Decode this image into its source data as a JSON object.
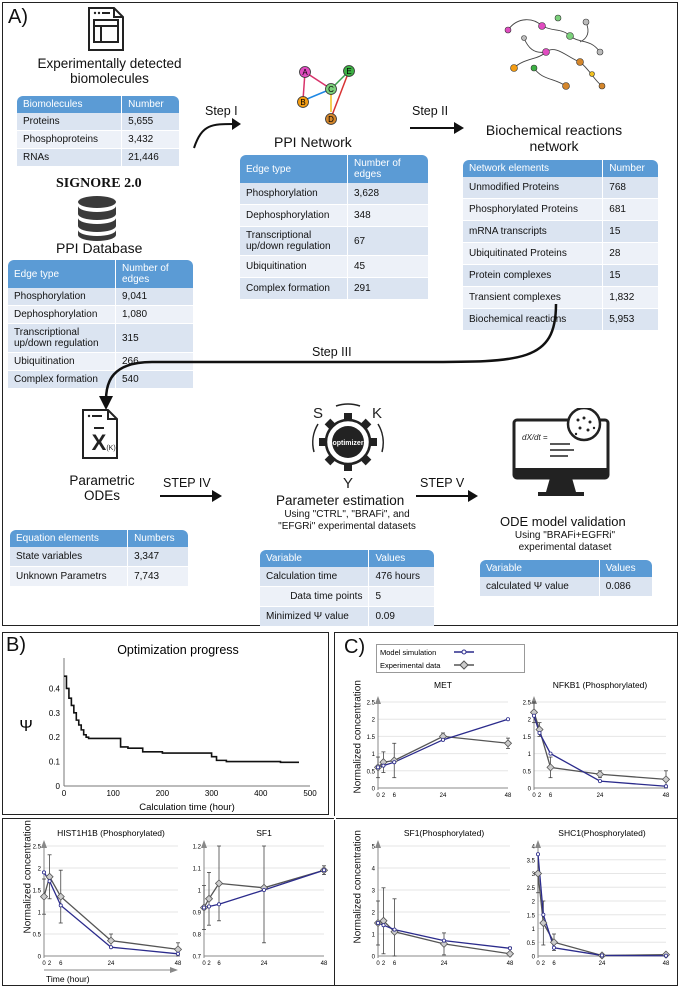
{
  "panel_labels": {
    "a": "A)",
    "b": "B)",
    "c": "C)"
  },
  "exp": {
    "title": "Experimentally detected biomolecules",
    "headers": [
      "Biomolecules",
      "Number"
    ],
    "rows": [
      [
        "Proteins",
        "5,655"
      ],
      [
        "Phosphoproteins",
        "3,432"
      ],
      [
        "RNAs",
        "21,446"
      ]
    ]
  },
  "signore": {
    "name": "SIGNORE 2.0",
    "db": "PPI Database",
    "headers": [
      "Edge type",
      "Number of edges"
    ],
    "rows": [
      [
        "Phosphorylation",
        "9,041"
      ],
      [
        "Dephosphorylation",
        "1,080"
      ],
      [
        "Transcriptional up/down regulation",
        "315"
      ],
      [
        "Ubiquitination",
        "266"
      ],
      [
        "Complex formation",
        "540"
      ]
    ]
  },
  "steps": {
    "s1": "Step I",
    "s2": "Step II",
    "s3": "Step III",
    "s4": "STEP IV",
    "s5": "STEP V"
  },
  "ppi": {
    "title": "PPI Network",
    "nodes": [
      "A",
      "B",
      "C",
      "E",
      "D"
    ],
    "headers": [
      "Edge type",
      "Number of edges"
    ],
    "rows": [
      [
        "Phosphorylation",
        "3,628"
      ],
      [
        "Dephosphorylation",
        "348"
      ],
      [
        "Transcriptional up/down regulation",
        "67"
      ],
      [
        "Ubiquitination",
        "45"
      ],
      [
        "Complex formation",
        "291"
      ]
    ]
  },
  "bio": {
    "title": "Biochemical reactions network",
    "headers": [
      "Network elements",
      "Number"
    ],
    "rows": [
      [
        "Unmodified Proteins",
        "768"
      ],
      [
        "Phosphorylated Proteins",
        "681"
      ],
      [
        "mRNA transcripts",
        "15"
      ],
      [
        "Ubiquitinated Proteins",
        "28"
      ],
      [
        "Protein complexes",
        "15"
      ],
      [
        "Transient complexes",
        "1,832"
      ],
      [
        "Biochemical reactions",
        "5,953"
      ]
    ]
  },
  "odes": {
    "title": "Parametric ODEs",
    "icon_text": "X",
    "icon_sub": "(K)",
    "headers": [
      "Equation elements",
      "Numbers"
    ],
    "rows": [
      [
        "State variables",
        "3,347"
      ],
      [
        "Unknown Parametrs",
        "7,743"
      ]
    ]
  },
  "param": {
    "title": "Parameter estimation",
    "sub": "Using \"CTRL\", \"BRAFi\", and \"EFGRi\" experimental datasets",
    "icon": {
      "center": "optimizer",
      "s": "S",
      "k": "K",
      "y": "Y"
    },
    "headers": [
      "Variable",
      "Values"
    ],
    "rows": [
      [
        "Calculation time",
        "476 hours"
      ],
      [
        "Data time points",
        "5"
      ],
      [
        "Minimized Ψ value",
        "0.09"
      ]
    ]
  },
  "validation": {
    "title": "ODE model validation",
    "sub": "Using \"BRAFi+EGFRi\" experimental dataset",
    "headers": [
      "Variable",
      "Values"
    ],
    "rows": [
      [
        "calculated Ψ value",
        "0.086"
      ]
    ]
  },
  "chart_data": [
    {
      "type": "line",
      "title": "Optimization progress",
      "xlabel": "Calculation time (hour)",
      "ylabel": "Ψ",
      "xlim": [
        0,
        500
      ],
      "ylim": [
        0,
        0.5
      ],
      "xticks": [
        "0",
        "100",
        "200",
        "300",
        "400",
        "500"
      ],
      "yticks": [
        "0",
        "0.1",
        "0.2",
        "0.3",
        "0.4"
      ],
      "x": [
        0,
        5,
        10,
        15,
        20,
        25,
        30,
        35,
        40,
        45,
        50,
        60,
        80,
        100,
        115,
        130,
        160,
        200,
        240,
        280,
        300,
        310,
        330,
        360,
        400,
        440,
        476
      ],
      "y": [
        0.45,
        0.4,
        0.36,
        0.33,
        0.3,
        0.27,
        0.25,
        0.23,
        0.21,
        0.2,
        0.195,
        0.195,
        0.195,
        0.195,
        0.16,
        0.155,
        0.14,
        0.135,
        0.135,
        0.135,
        0.12,
        0.105,
        0.1,
        0.1,
        0.1,
        0.097,
        0.094
      ]
    },
    {
      "type": "line",
      "title": "MET",
      "x": [
        0,
        2,
        6,
        24,
        48
      ],
      "ylim": [
        0,
        2.5
      ],
      "yticks": [
        "0",
        "0.5",
        "1",
        "1.5",
        "2",
        "2.5"
      ],
      "series": [
        {
          "name": "Model simulation",
          "values": [
            0.6,
            0.65,
            0.75,
            1.4,
            2.0
          ]
        },
        {
          "name": "Experimental data",
          "values": [
            0.6,
            0.75,
            0.8,
            1.5,
            1.3
          ],
          "err": [
            0.3,
            0.3,
            0.5,
            0.1,
            0.15
          ]
        }
      ]
    },
    {
      "type": "line",
      "title": "NFKB1 (Phosphorylated)",
      "x": [
        0,
        2,
        6,
        24,
        48
      ],
      "ylim": [
        0,
        2.5
      ],
      "yticks": [
        "0",
        "0.5",
        "1",
        "1.5",
        "2",
        "2.5"
      ],
      "series": [
        {
          "name": "Model simulation",
          "values": [
            2.1,
            1.6,
            1.0,
            0.2,
            0.05
          ]
        },
        {
          "name": "Experimental data",
          "values": [
            2.2,
            1.7,
            0.6,
            0.4,
            0.25
          ],
          "err": [
            0.3,
            0.2,
            0.3,
            0.1,
            0.25
          ]
        }
      ]
    },
    {
      "type": "line",
      "title": "HIST1H1B (Phosphorylated)",
      "x": [
        0,
        2,
        6,
        24,
        48
      ],
      "ylim": [
        0,
        2.5
      ],
      "yticks": [
        "0",
        "0.5",
        "1",
        "1.5",
        "2",
        "2.5"
      ],
      "xlabel": "Time (hour)",
      "ylabel": "Normalized concentration",
      "series": [
        {
          "name": "Model simulation",
          "values": [
            1.9,
            1.7,
            1.15,
            0.2,
            0.05
          ]
        },
        {
          "name": "Experimental data",
          "values": [
            1.35,
            1.8,
            1.35,
            0.35,
            0.15
          ],
          "err": [
            0.4,
            0.5,
            0.6,
            0.15,
            0.15
          ]
        }
      ]
    },
    {
      "type": "line",
      "title": "SF1",
      "x": [
        0,
        2,
        6,
        24,
        48
      ],
      "ylim": [
        0.7,
        1.2
      ],
      "yticks": [
        "0.7",
        "0.8",
        "0.9",
        "1",
        "1.1",
        "1.2"
      ],
      "series": [
        {
          "name": "Model simulation",
          "values": [
            0.92,
            0.925,
            0.935,
            1.0,
            1.09
          ]
        },
        {
          "name": "Experimental data",
          "values": [
            0.92,
            0.96,
            1.03,
            1.01,
            1.09
          ],
          "err": [
            0.1,
            0.12,
            0.17,
            0.25,
            0.02
          ]
        }
      ]
    },
    {
      "type": "line",
      "title": "SF1(Phosphorylated)",
      "x": [
        0,
        2,
        6,
        24,
        48
      ],
      "ylim": [
        0,
        5
      ],
      "yticks": [
        "0",
        "1",
        "2",
        "3",
        "4",
        "5"
      ],
      "series": [
        {
          "name": "Model simulation",
          "values": [
            1.5,
            1.4,
            1.2,
            0.7,
            0.35
          ]
        },
        {
          "name": "Experimental data",
          "values": [
            1.5,
            1.6,
            1.1,
            0.55,
            0.1
          ],
          "err": [
            1.0,
            1.5,
            1.5,
            0.5,
            0.3
          ]
        }
      ]
    },
    {
      "type": "line",
      "title": "SHC1(Phosphorylated)",
      "x": [
        0,
        2,
        6,
        24,
        48
      ],
      "ylim": [
        0,
        4
      ],
      "yticks": [
        "0",
        "0.5",
        "1",
        "1.5",
        "2",
        "2.5",
        "3",
        "3.5",
        "4"
      ],
      "series": [
        {
          "name": "Model simulation",
          "values": [
            3.7,
            1.5,
            0.3,
            0.02,
            0.01
          ]
        },
        {
          "name": "Experimental data",
          "values": [
            3.0,
            1.2,
            0.5,
            0.02,
            0.05
          ],
          "err": [
            0.7,
            0.8,
            0.3,
            0.02,
            0.05
          ]
        }
      ]
    }
  ],
  "c_axes": {
    "ylabel": "Normalized concentration",
    "xlabel": "Time (hour)",
    "xticks": [
      "0",
      "2",
      "6",
      "24",
      "48"
    ]
  },
  "legend": {
    "model": "Model simulation",
    "exp": "Experimental data"
  },
  "colors": {
    "header": "#5b9bd5",
    "model": "#2b2b8c",
    "exp": "#555555"
  }
}
